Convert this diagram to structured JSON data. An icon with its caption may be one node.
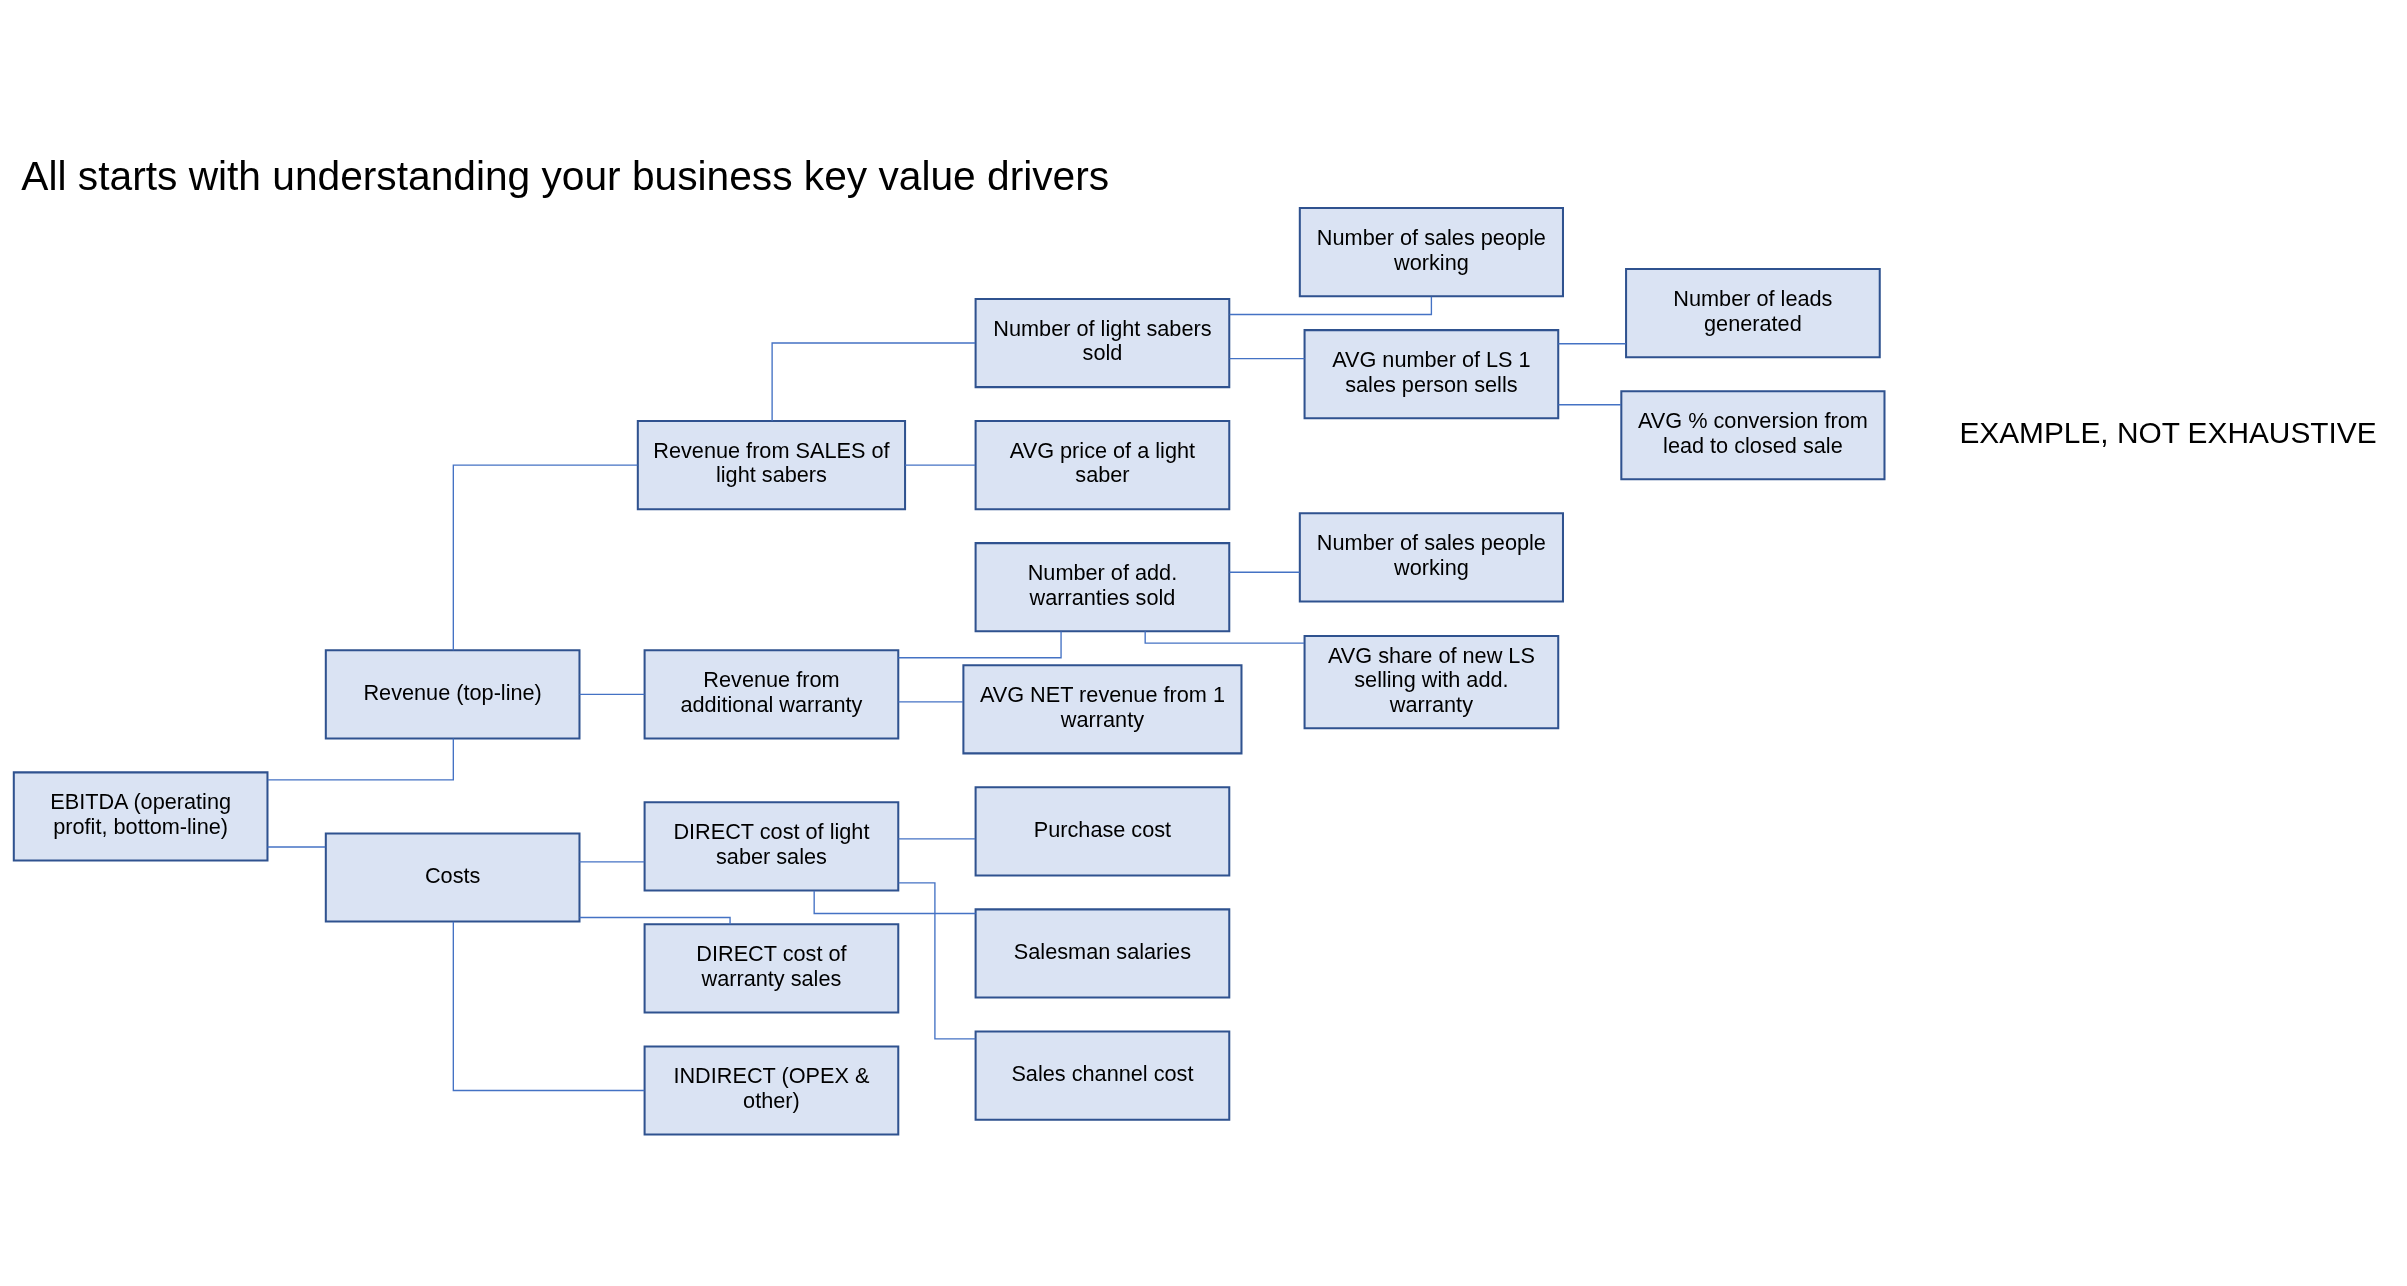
{
  "diagram": {
    "title": "All starts with understanding your business key value drivers",
    "nodes": [
      {
        "text": [
          "EBITDA (operating profit, bottom-line)"
        ]
      },
      {
        "text": [
          "Revenue (top-line)"
        ]
      },
      {
        "text": [
          "Costs"
        ]
      },
      {
        "text": [
          "Revenue from SALES of light sabers"
        ]
      },
      {
        "text": [
          "Revenue from additional warranty"
        ]
      },
      {
        "text": [
          "DIRECT cost of light saber sales"
        ]
      },
      {
        "text": [
          "DIRECT cost of warranty sales"
        ]
      },
      {
        "text": [
          "INDIRECT (OPEX & other)"
        ]
      },
      {
        "text": [
          "Number of light sabers sold"
        ]
      },
      {
        "text": [
          "AVG price of a light saber"
        ]
      },
      {
        "text": [
          "Number of add. warranties sold"
        ]
      },
      {
        "text": [
          "AVG NET revenue from 1 warranty"
        ]
      },
      {
        "text": [
          "Purchase cost"
        ]
      },
      {
        "text": [
          "Salesman salaries"
        ]
      },
      {
        "text": [
          "Sales channel cost"
        ]
      },
      {
        "text": [
          "Number of sales people working"
        ]
      },
      {
        "text": [
          "AVG number of LS 1 sales person sells"
        ]
      },
      {
        "text": [
          "Number of sales people working"
        ]
      },
      {
        "text": [
          "AVG share of new LS selling with add. warranty"
        ]
      },
      {
        "text": [
          "Number of leads generated"
        ]
      },
      {
        "text": [
          "AVG % conversion from lead to closed sale"
        ]
      }
    ],
    "edges": [
      {
        "from": 0,
        "to": 1,
        "arrow": "none"
      },
      {
        "from": 0,
        "to": 2,
        "arrow": "none"
      },
      {
        "from": 1,
        "to": 3,
        "arrow": "none"
      },
      {
        "from": 1,
        "to": 4,
        "arrow": "none"
      },
      {
        "from": 2,
        "to": 5,
        "arrow": "none"
      },
      {
        "from": 2,
        "to": 6,
        "arrow": "none"
      },
      {
        "from": 2,
        "to": 7,
        "arrow": "none"
      },
      {
        "from": 3,
        "to": 8,
        "arrow": "none"
      },
      {
        "from": 3,
        "to": 9,
        "arrow": "none"
      },
      {
        "from": 4,
        "to": 10,
        "arrow": "none"
      },
      {
        "from": 4,
        "to": 11,
        "arrow": "none"
      },
      {
        "from": 5,
        "to": 12,
        "arrow": "none"
      },
      {
        "from": 5,
        "to": 13,
        "arrow": "none"
      },
      {
        "from": 5,
        "to": 14,
        "arrow": "none"
      },
      {
        "from": 8,
        "to": 15,
        "arrow": "none"
      },
      {
        "from": 8,
        "to": 16,
        "arrow": "none"
      },
      {
        "from": 10,
        "to": 17,
        "arrow": "none"
      },
      {
        "from": 10,
        "to": 18,
        "arrow": "none"
      },
      {
        "from": 16,
        "to": 19,
        "arrow": "none"
      },
      {
        "from": 16,
        "to": 20,
        "arrow": "none"
      }
    ],
    "labels": [
      "EXAMPLE, NOT EXHAUSTIVE"
    ]
  }
}
